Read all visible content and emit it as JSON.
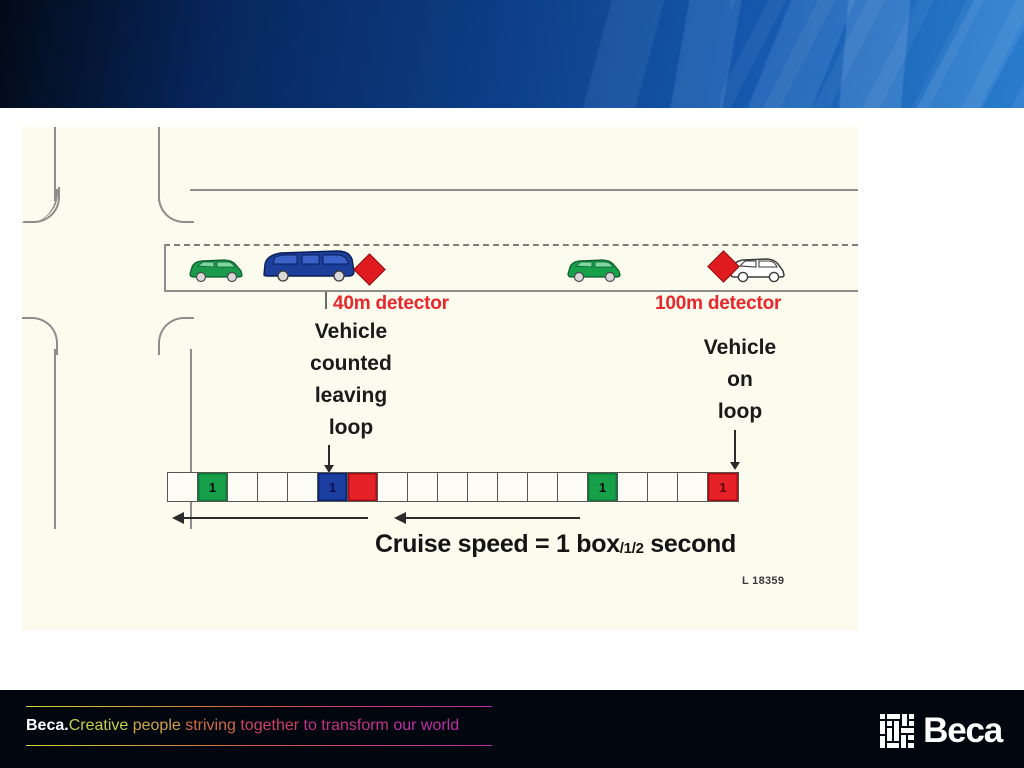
{
  "slide": {
    "header": {
      "style": "blue-gradient-banner"
    },
    "diagram": {
      "detectors": [
        {
          "id": "det-40m",
          "label": "40m detector",
          "color": "#e8262c"
        },
        {
          "id": "det-100m",
          "label": "100m detector",
          "color": "#e8262c"
        }
      ],
      "callouts": [
        {
          "id": "callout-left",
          "lines": [
            "Vehicle",
            "counted",
            "leaving",
            "loop"
          ]
        },
        {
          "id": "callout-right",
          "lines": [
            "Vehicle",
            "on",
            "loop"
          ]
        }
      ],
      "vehicles": [
        {
          "id": "car-green-1",
          "type": "hatchback",
          "color": "#1c9a4c"
        },
        {
          "id": "van-blue",
          "type": "van",
          "color": "#1c3f9c"
        },
        {
          "id": "car-green-2",
          "type": "hatchback",
          "color": "#17a04a"
        },
        {
          "id": "car-white",
          "type": "hatchback",
          "color": "#ffffff"
        }
      ],
      "box_strip": {
        "cells": [
          {
            "fill": "white",
            "value": ""
          },
          {
            "fill": "green",
            "value": "1"
          },
          {
            "fill": "white",
            "value": ""
          },
          {
            "fill": "white",
            "value": ""
          },
          {
            "fill": "white",
            "value": ""
          },
          {
            "fill": "blue",
            "value": "1"
          },
          {
            "fill": "red",
            "value": ""
          },
          {
            "fill": "white",
            "value": ""
          },
          {
            "fill": "white",
            "value": ""
          },
          {
            "fill": "white",
            "value": ""
          },
          {
            "fill": "white",
            "value": ""
          },
          {
            "fill": "white",
            "value": ""
          },
          {
            "fill": "white",
            "value": ""
          },
          {
            "fill": "white",
            "value": ""
          },
          {
            "fill": "green",
            "value": "1"
          },
          {
            "fill": "white",
            "value": ""
          },
          {
            "fill": "white",
            "value": ""
          },
          {
            "fill": "white",
            "value": ""
          },
          {
            "fill": "red",
            "value": "1"
          }
        ]
      },
      "cruise_caption": {
        "main": "Cruise speed = 1 box",
        "fraction": "/1/2",
        "unit": " second"
      },
      "reference_code": "L 18359"
    },
    "footer": {
      "brand": "Beca.",
      "tagline_parts": [
        "Creative",
        " people",
        " striving",
        " together",
        " to transform",
        " our world"
      ],
      "logo_word": "Beca",
      "accent_gradient": [
        "#cfd63a",
        "#d6a43c",
        "#d4603f",
        "#cc3a7e",
        "#b92ea0"
      ]
    }
  }
}
